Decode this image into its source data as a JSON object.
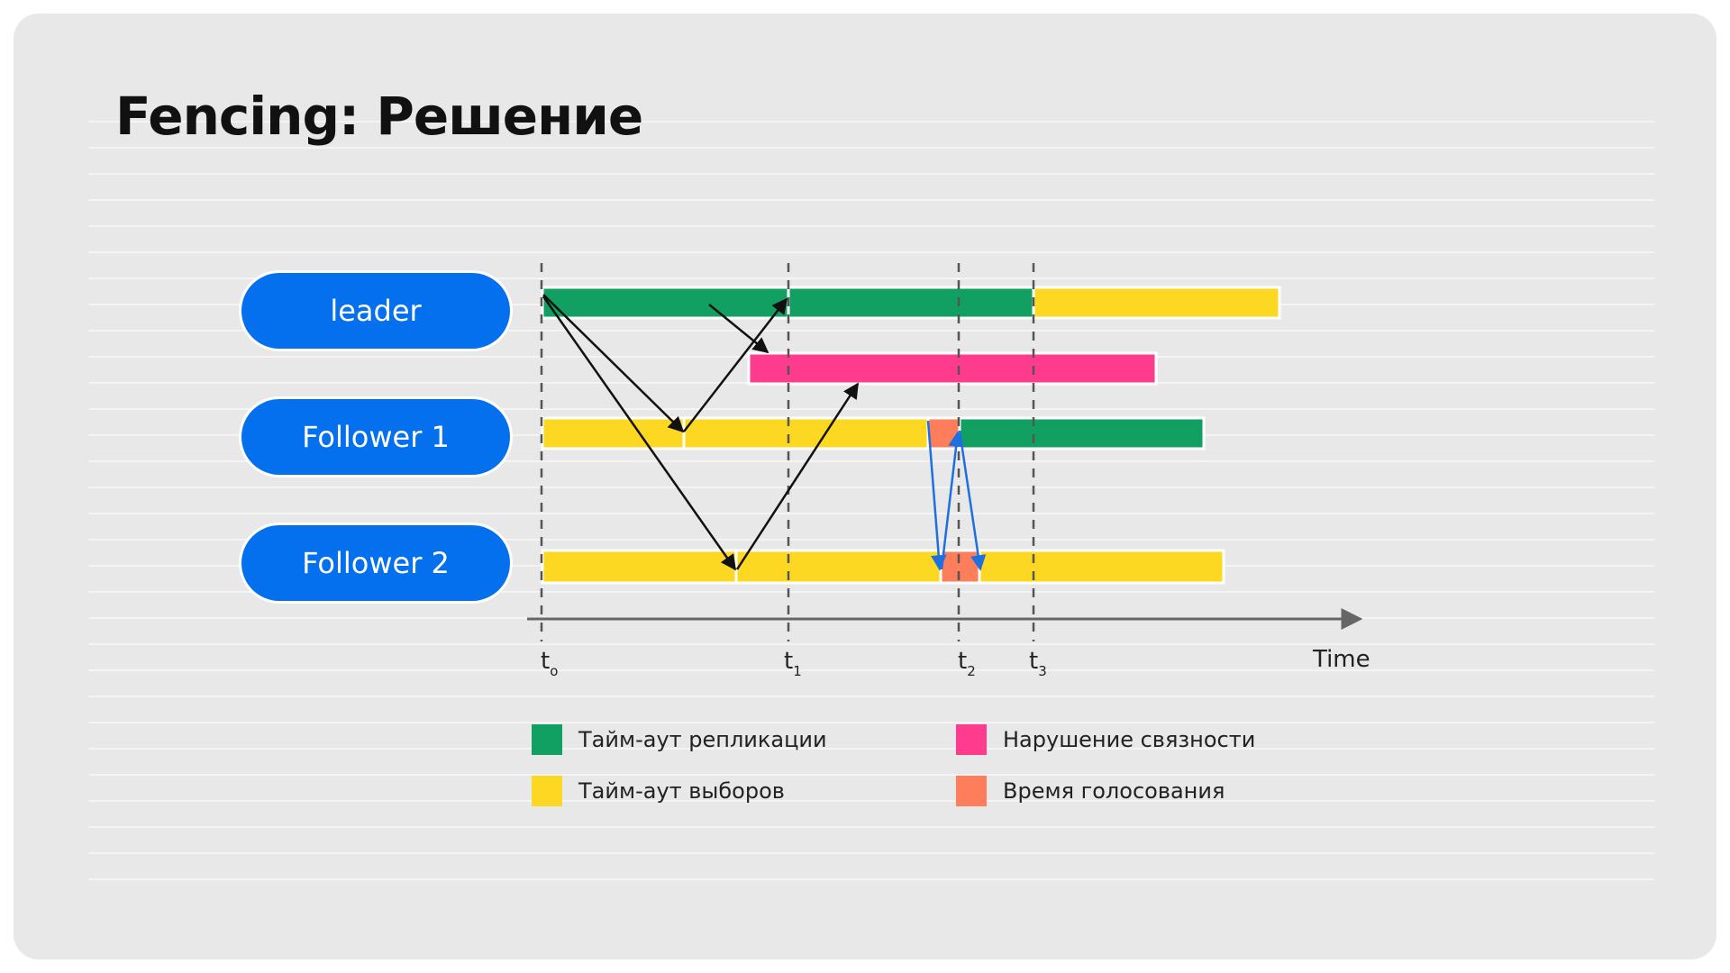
{
  "title": "Fencing: Решение",
  "nodes": {
    "leader": "leader",
    "follower1": "Follower 1",
    "follower2": "Follower 2"
  },
  "axis": {
    "time_label": "Time",
    "ticks": [
      {
        "base": "t",
        "sub": "o"
      },
      {
        "base": "t",
        "sub": "1"
      },
      {
        "base": "t",
        "sub": "2"
      },
      {
        "base": "t",
        "sub": "3"
      }
    ]
  },
  "legend": [
    {
      "label": "Тайм-аут репликации",
      "color": "#11a062"
    },
    {
      "label": "Нарушение связности",
      "color": "#fe3b8c"
    },
    {
      "label": "Тайм-аут выборов",
      "color": "#fdd822"
    },
    {
      "label": "Время голосования",
      "color": "#fe7d5a"
    }
  ],
  "colors": {
    "node": "#0570ee",
    "replication_timeout": "#11a062",
    "partition": "#fe3b8c",
    "election_timeout": "#fdd822",
    "voting_time": "#fe7d5a",
    "message_arrow": "#111111",
    "vote_arrow": "#1e6fe0"
  }
}
